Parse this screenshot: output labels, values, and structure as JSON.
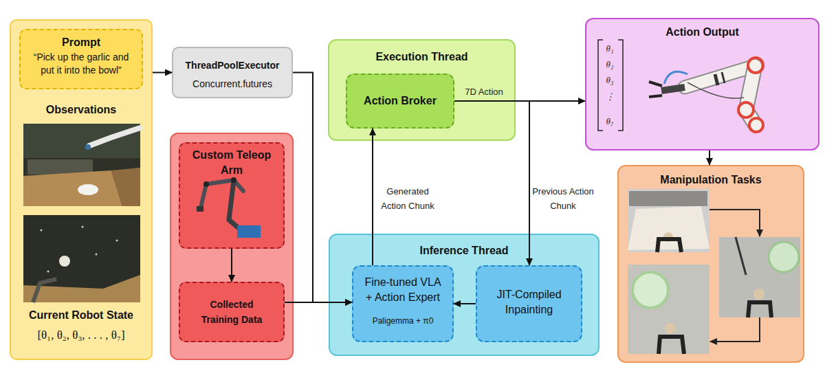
{
  "diagram": {
    "nodes": [
      {
        "text": [
          "Observations",
          "Current Robot State",
          "[θ₁, θ₂, θ₃, . . . , θ₇]"
        ]
      },
      {
        "text": [
          "Prompt",
          "“Pick up the garlic and put it into the bowl”"
        ],
        "in": 0
      },
      {
        "text": [
          "ThreadPoolExecutor",
          "Concurrent.futures"
        ]
      },
      {
        "text": [
          "Custom Teleop Arm"
        ]
      },
      {
        "text": [
          "Collected Training Data"
        ]
      },
      {
        "text": [
          "Execution Thread"
        ]
      },
      {
        "text": [
          "Action Broker"
        ],
        "in": 5
      },
      {
        "text": [
          "Action Output"
        ]
      },
      {
        "text": [
          "Manipulation Tasks"
        ]
      },
      {
        "text": [
          "Inference Thread"
        ]
      },
      {
        "text": [
          "Fine-tuned VLA + Action Expert",
          "Paligemma + π0"
        ],
        "in": 9
      },
      {
        "text": [
          "JIT-Compiled Inpainting"
        ],
        "in": 9
      }
    ],
    "edges": [
      {
        "from": 0,
        "to": 2,
        "arrow": "to"
      },
      {
        "from": 2,
        "to": 10,
        "arrow": "to"
      },
      {
        "from": 4,
        "to": 10,
        "arrow": "to"
      },
      {
        "from": 3,
        "to": 4,
        "arrow": "to"
      },
      {
        "from": 10,
        "to": 6,
        "label": "Generated Action Chunk",
        "arrow": "to"
      },
      {
        "from": 6,
        "to": 7,
        "label": "7D Action",
        "arrow": "to"
      },
      {
        "from": 6,
        "to": 11,
        "label": "Previous Action Chunk",
        "arrow": "to"
      },
      {
        "from": 11,
        "to": 10,
        "arrow": "to"
      },
      {
        "from": 7,
        "to": 8,
        "arrow": "to"
      }
    ],
    "labels": [
      "θ₁",
      "θ₂",
      "θ₃",
      "⋮",
      "θ₇"
    ]
  }
}
